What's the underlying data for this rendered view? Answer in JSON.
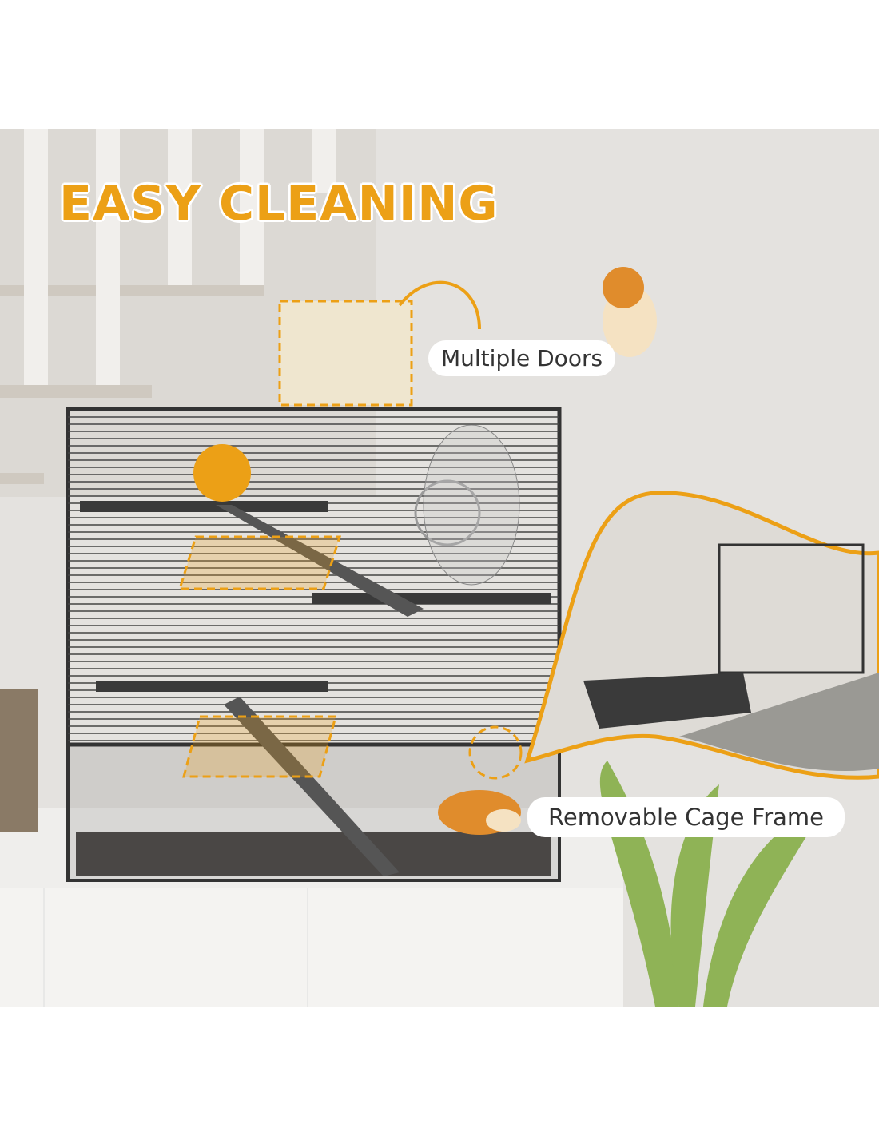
{
  "headline": "EASY CLEANING",
  "callouts": {
    "doors": "Multiple Doors",
    "frame": "Removable Cage Frame"
  },
  "colors": {
    "accent": "#eca016",
    "cage": "#3a3a3a",
    "wall": "#e4e2df"
  }
}
